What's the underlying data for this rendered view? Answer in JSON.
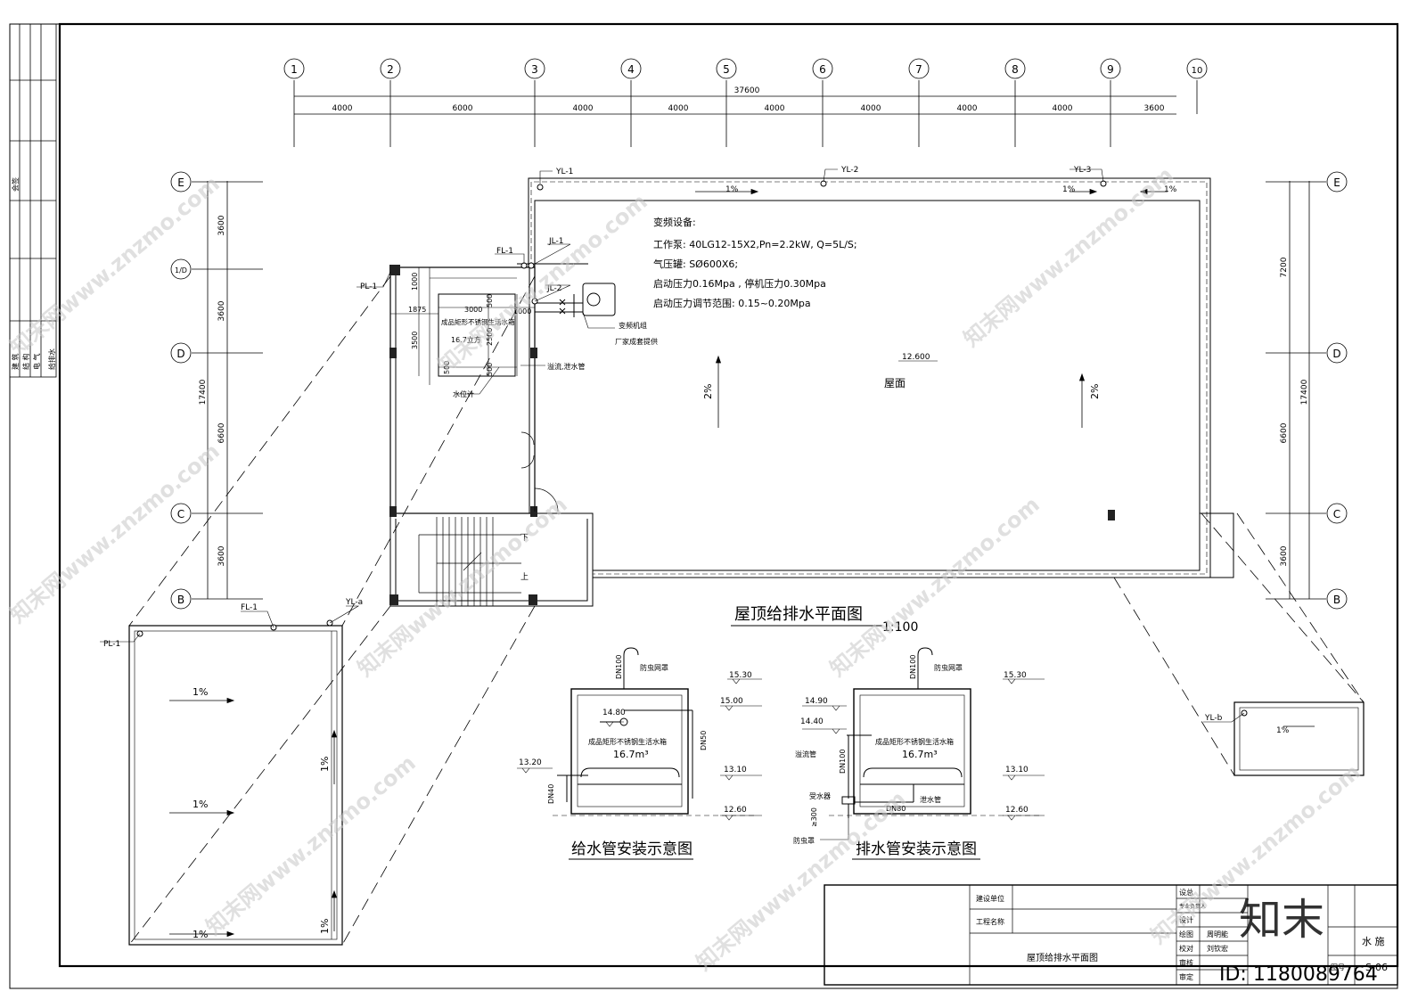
{
  "axes_top": {
    "labels": [
      "1",
      "2",
      "3",
      "4",
      "5",
      "6",
      "7",
      "8",
      "9",
      "10"
    ],
    "overall": "37600",
    "spans": [
      "4000",
      "6000",
      "4000",
      "4000",
      "4000",
      "4000",
      "4000",
      "4000",
      "3600"
    ]
  },
  "axes_left": {
    "labels": [
      "E",
      "1/D",
      "D",
      "C",
      "B"
    ],
    "overall": "17400",
    "spans": [
      "3600",
      "3600",
      "6600",
      "3600"
    ]
  },
  "axes_right": {
    "labels": [
      "E",
      "D",
      "C",
      "B"
    ],
    "overall": "17400",
    "spans": [
      "7200",
      "6600",
      "3600"
    ]
  },
  "pipes": {
    "yl1": "YL-1",
    "yl2": "YL-2",
    "yl3": "YL-3",
    "yla": "YL-a",
    "ylb": "YL-b",
    "fl1": "FL-1",
    "jl1": "JL-1",
    "jl2": "JL-2",
    "pl1": "PL-1"
  },
  "equipment": {
    "title": "变频设备:",
    "pump": "工作泵: 40LG12-15X2,Pn=2.2kW, Q=5L/S;",
    "tank": "气压罐: SØ600X6;",
    "pressure": "启动压力0.16Mpa , 停机压力0.30Mpa",
    "range": "启动压力调节范围: 0.15~0.20Mpa"
  },
  "roof": {
    "elevation": "12.600",
    "label": "屋面",
    "slope_1": "1%",
    "slope_2": "2%"
  },
  "water_tank": {
    "name": "成品矩形不锈钢生活水箱",
    "volume": "16.7立方",
    "dim_3000": "3000",
    "dim_3500": "3500",
    "dim_2500": "2500",
    "dim_1875": "1875",
    "dim_1000": "1000",
    "dim_500": "500",
    "overflow": "溢流,泄水管",
    "gauge": "水位计",
    "unit": "变频机组",
    "supplier": "厂家成套提供",
    "stair_down": "下",
    "stair_up": "上"
  },
  "main_title": "屋顶给排水平面图",
  "scale": "1:100",
  "detail_supply": {
    "title": "给水管安装示意图",
    "tank": "成品矩形不锈钢生活水箱",
    "volume": "16.7m³",
    "dn100": "DN100",
    "dn50": "DN50",
    "dn40": "DN40",
    "screen": "防虫网罩",
    "e1530": "15.30",
    "e1500": "15.00",
    "e1480": "14.80",
    "e1320": "13.20",
    "e1310": "13.10",
    "e1260": "12.60"
  },
  "detail_drain": {
    "title": "排水管安装示意图",
    "tank": "成品矩形不锈钢生活水箱",
    "volume": "16.7m³",
    "dn100": "DN100",
    "dn80": "DN80",
    "screen": "防虫网罩",
    "overflow": "溢流管",
    "drain": "泄水管",
    "receiver": "受水器",
    "cover": "防虫罩",
    "min": "≥300",
    "e1530": "15.30",
    "e1490": "14.90",
    "e1440": "14.40",
    "e1310": "13.10",
    "e1260": "12.60"
  },
  "title_block": {
    "owner": "建设单位",
    "project": "工程名称",
    "drawing_name": "屋顶给排水平面图",
    "design_total": "设总",
    "specialist": "专业负责人",
    "design": "设计",
    "draw": "绘图",
    "draw_person": "周明能",
    "check": "校对",
    "check_person": "刘钦宏",
    "review": "审核",
    "approve": "审定",
    "stage": "水 施",
    "number_label": "图号",
    "number": "S-06"
  },
  "side_strip": {
    "cosign": "会签",
    "arch": "建 筑",
    "struct": "结 构",
    "elec": "电 气",
    "plumb": "给排水"
  },
  "watermark": {
    "site": "知末网www.znzmo.com",
    "logo": "知末",
    "id": "ID: 1180089764"
  }
}
